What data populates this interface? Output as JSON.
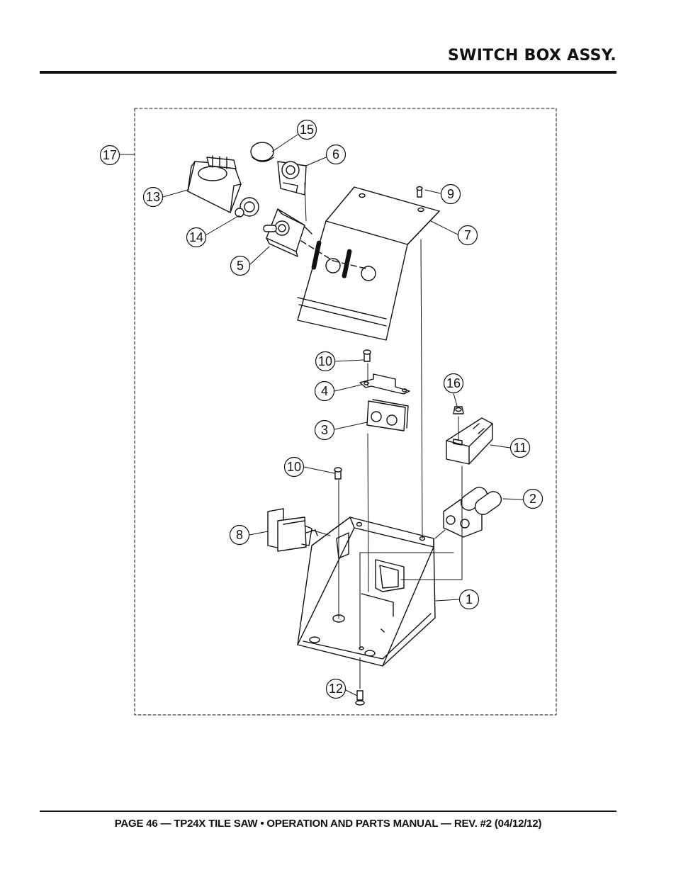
{
  "header": {
    "title": "SWITCH BOX ASSY."
  },
  "footer": {
    "text": "PAGE 46 — TP24X TILE SAW • OPERATION AND PARTS MANUAL — REV. #2 (04/12/12)"
  },
  "callouts": {
    "c1": "1",
    "c2": "2",
    "c3": "3",
    "c4": "4",
    "c5": "5",
    "c6": "6",
    "c7": "7",
    "c8": "8",
    "c9": "9",
    "c10a": "10",
    "c10b": "10",
    "c11": "11",
    "c12": "12",
    "c13": "13",
    "c14": "14",
    "c15": "15",
    "c16": "16",
    "c17": "17"
  }
}
